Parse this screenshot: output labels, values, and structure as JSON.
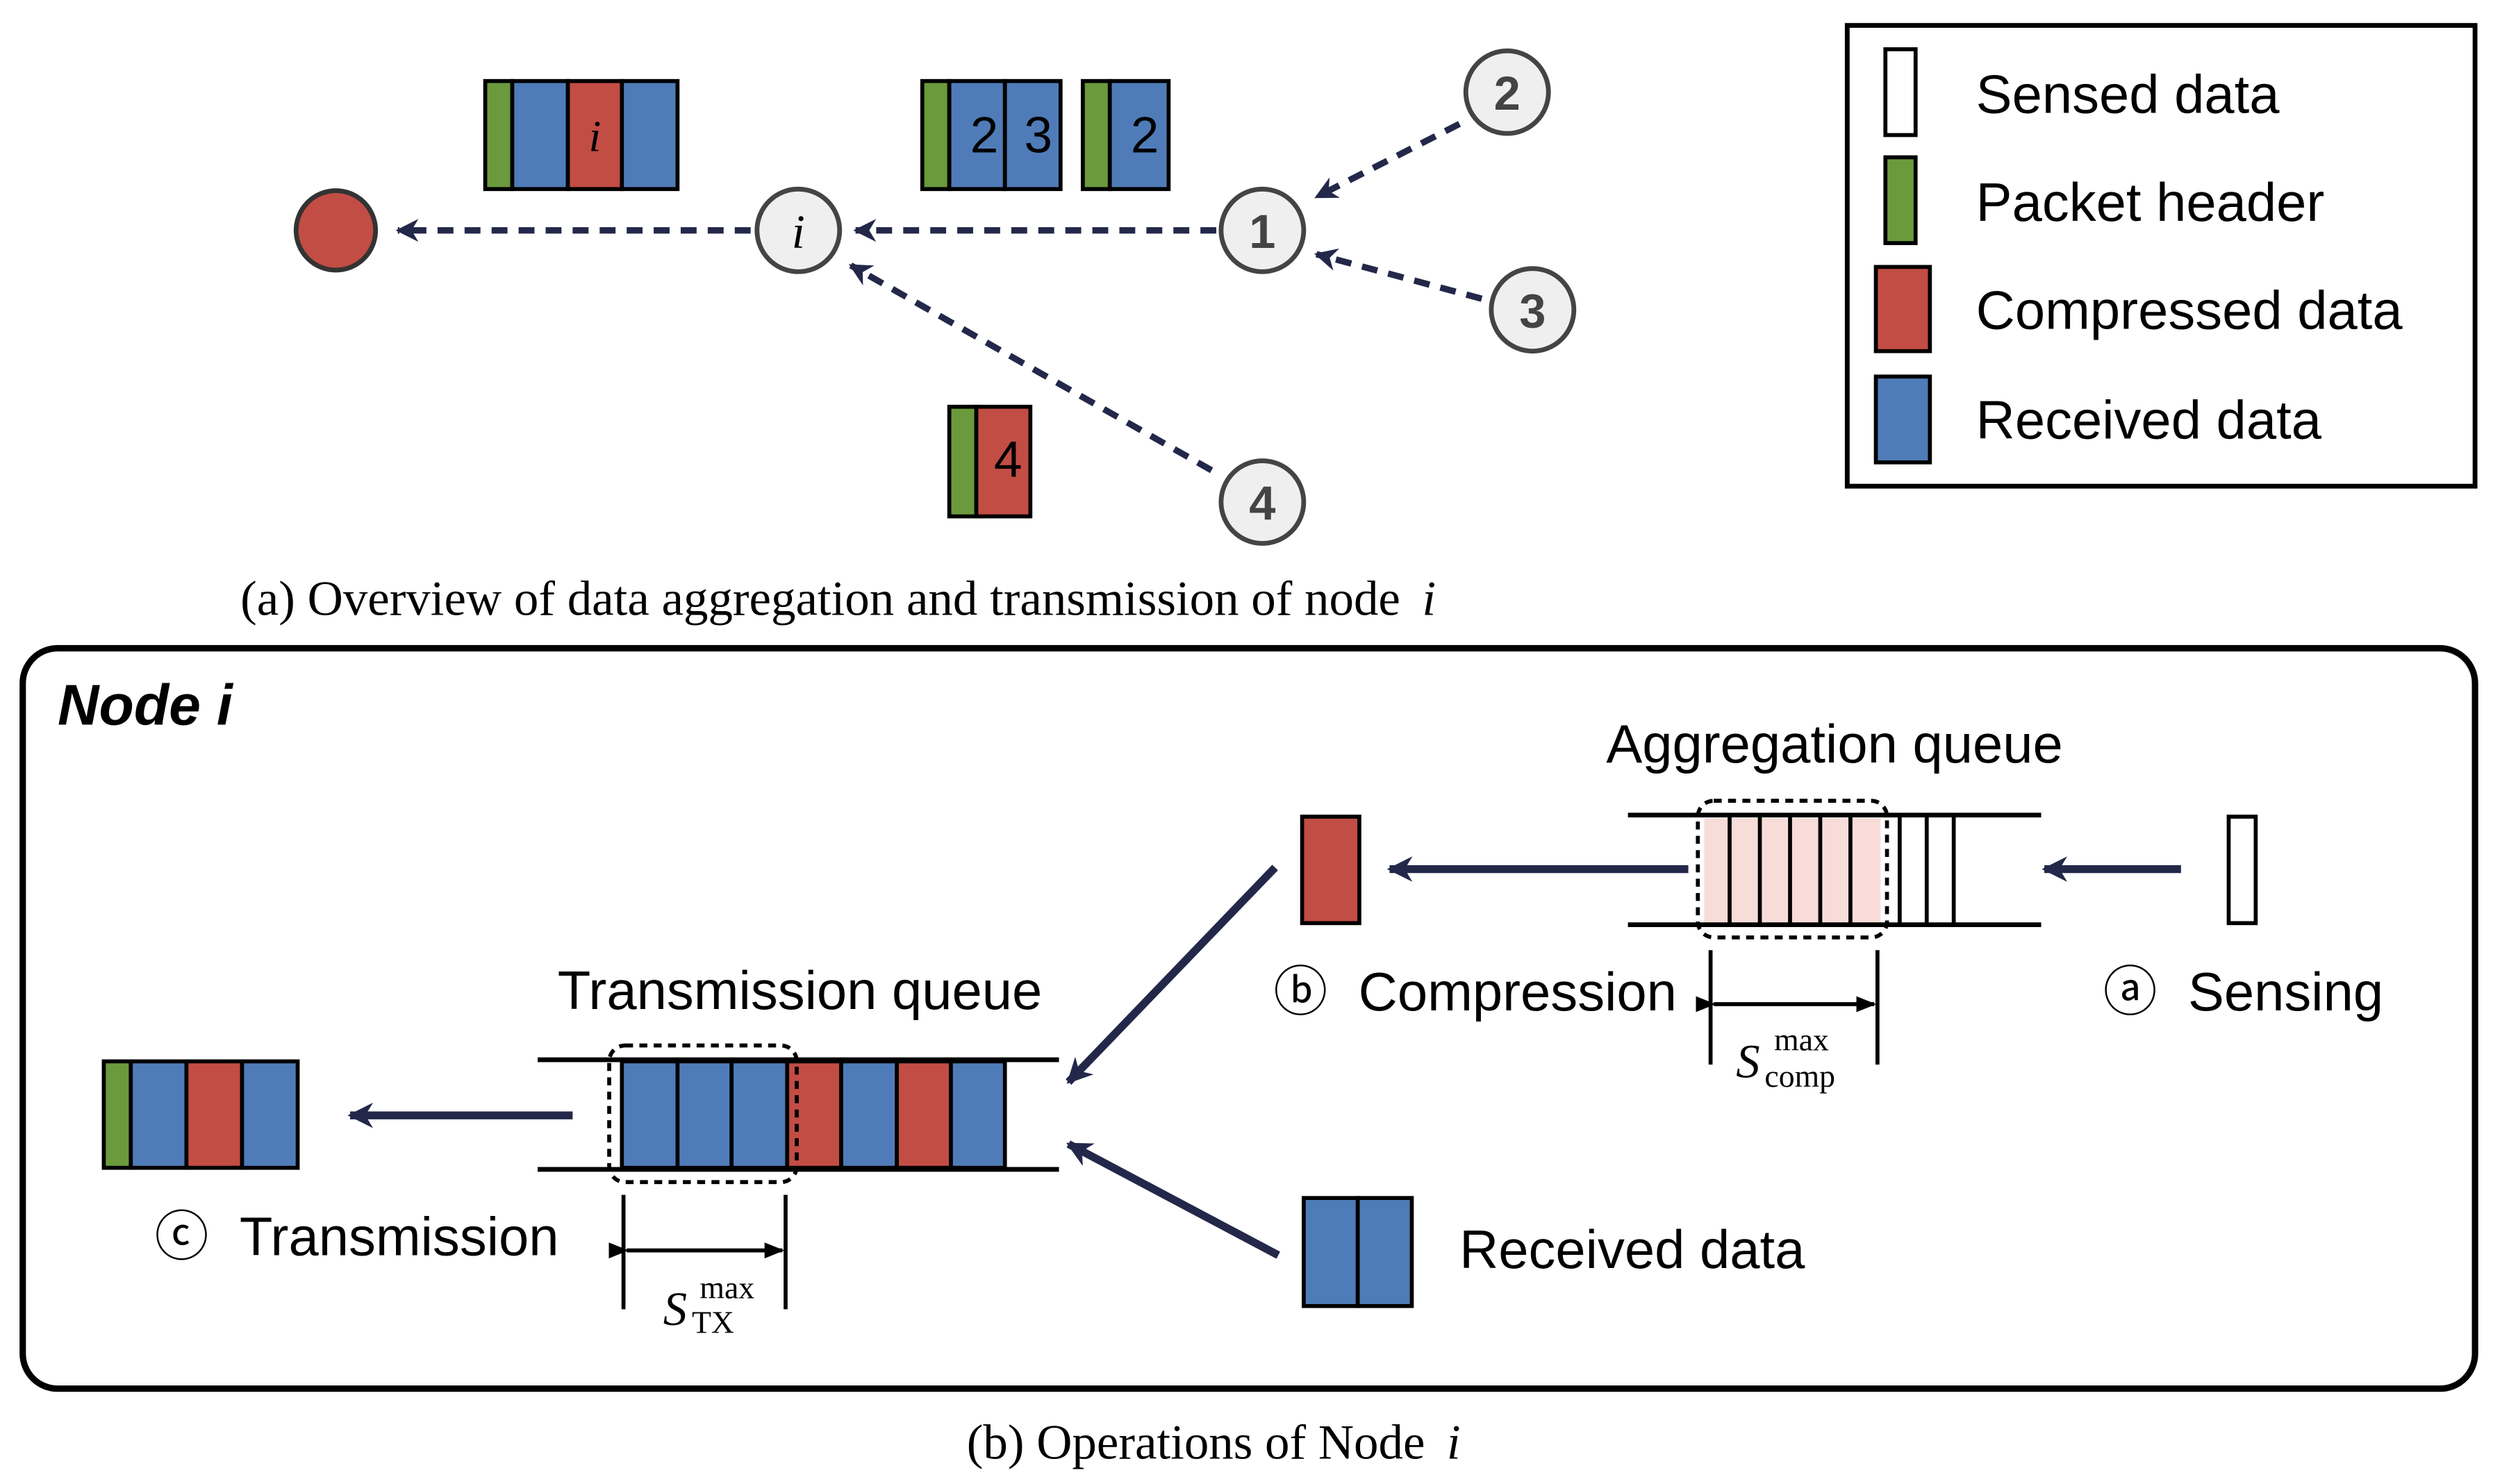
{
  "colors": {
    "header": "#6a9a3c",
    "compressed": "#c24d45",
    "received": "#4f7cb8",
    "sensed": "#ffffff",
    "arrow": "#23284a",
    "node_fill": "#efefef",
    "sink": "#c24d45",
    "highlight": "#f8dcd8"
  },
  "legend": {
    "items": [
      {
        "label": "Sensed data",
        "kind": "sensed"
      },
      {
        "label": "Packet header",
        "kind": "header"
      },
      {
        "label": "Compressed data",
        "kind": "compressed"
      },
      {
        "label": "Received data",
        "kind": "received"
      }
    ]
  },
  "panel_a": {
    "caption_prefix": "(a) Overview of data aggregation and transmission of node",
    "caption_var": "i",
    "nodes": {
      "i": "i",
      "n1": "1",
      "n2": "2",
      "n3": "3",
      "n4": "4"
    },
    "packet_i": {
      "mid_label": "i"
    },
    "packet_n1": {
      "labels": [
        "2",
        "3"
      ]
    },
    "packet_n2": {
      "label": "2"
    },
    "packet_n4": {
      "label": "4"
    }
  },
  "panel_b": {
    "title": "Node i",
    "aggregation_queue_label": "Aggregation queue",
    "transmission_queue_label": "Transmission queue",
    "sensing": {
      "symbol": "ⓐ",
      "label": "Sensing"
    },
    "compression": {
      "symbol": "ⓑ",
      "label": "Compression"
    },
    "transmission": {
      "symbol": "ⓒ",
      "label": "Transmission"
    },
    "received_label": "Received data",
    "s_comp": {
      "base": "S",
      "sup": "max",
      "sub": "comp"
    },
    "s_tx": {
      "base": "S",
      "sup": "max",
      "sub": "TX"
    },
    "caption_prefix": "(b) Operations of Node",
    "caption_var": "i"
  }
}
